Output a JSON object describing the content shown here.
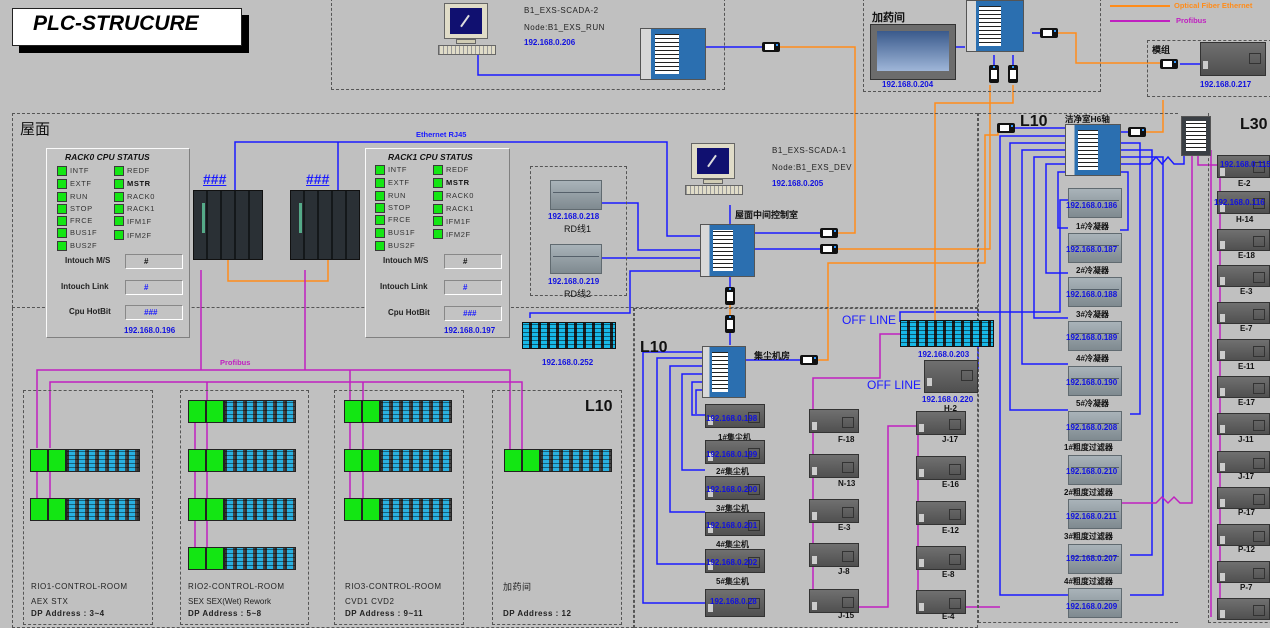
{
  "title": "PLC-STRUCURE",
  "legend": {
    "items": [
      {
        "label": "Optical Fiber Ethernet",
        "color": "#ff8c1a"
      },
      {
        "label": "Profibus",
        "color": "#c020c0"
      }
    ]
  },
  "colors": {
    "ethernet": "#1a1aff",
    "fiber": "#ff8c1a",
    "profibus": "#c020c0",
    "led_on": "#14e614",
    "background": "#c0c0c0"
  },
  "zones": {
    "roof": "屋面",
    "l10_top": "L10",
    "l30": "L30",
    "l10_dust": "L10",
    "l10_rio": "L10",
    "dosing_top": "加药间",
    "module_group": "模组"
  },
  "scada2": {
    "name": "B1_EXS-SCADA-2",
    "node": "Node:B1_EXS_RUN",
    "ip": "192.168.0.206"
  },
  "scada1": {
    "name": "B1_EXS-SCADA-1",
    "node": "Node:B1_EXS_DEV",
    "ip": "192.168.0.205"
  },
  "hmi": {
    "ip": "192.168.0.204"
  },
  "module_plc": {
    "ip": "192.168.0.217"
  },
  "ethernet_label": "Ethernet RJ45",
  "profibus_label": "Profibus",
  "rack0": {
    "title": "RACK0 CPU STATUS",
    "leds_left": [
      "INTF",
      "EXTF",
      "RUN",
      "STOP",
      "FRCE",
      "BUS1F",
      "BUS2F"
    ],
    "leds_right": [
      "REDF",
      "MSTR",
      "RACK0",
      "RACK1",
      "IFM1F",
      "IFM2F"
    ],
    "fields": [
      {
        "label": "Intouch M/S",
        "value": "#"
      },
      {
        "label": "Intouch Link",
        "value": "#"
      },
      {
        "label": "Cpu HotBit",
        "value": "###"
      }
    ],
    "ip": "192.168.0.196",
    "cpu_value": "###"
  },
  "rack1": {
    "title": "RACK1 CPU STATUS",
    "leds_left": [
      "INTF",
      "EXTF",
      "RUN",
      "STOP",
      "FRCE",
      "BUS1F",
      "BUS2F"
    ],
    "leds_right": [
      "REDF",
      "MSTR",
      "RACK0",
      "RACK1",
      "IFM1F",
      "IFM2F"
    ],
    "fields": [
      {
        "label": "Intouch M/S",
        "value": "#"
      },
      {
        "label": "Intouch Link",
        "value": "#"
      },
      {
        "label": "Cpu HotBit",
        "value": "###"
      }
    ],
    "ip": "192.168.0.197",
    "cpu_value": "###"
  },
  "rd": [
    {
      "ip": "192.168.0.218",
      "name": "RD线1"
    },
    {
      "ip": "192.168.0.219",
      "name": "RD线2"
    }
  ],
  "rack252": {
    "ip": "192.168.0.252"
  },
  "roof_switch": {
    "name": "屋面中间控制室"
  },
  "dust_switch": {
    "name": "集尘机房"
  },
  "clean_switch": {
    "name": "洁净室H6轴"
  },
  "dust_plcs": [
    {
      "ip": "192.168.0.198",
      "name": "1#集尘机"
    },
    {
      "ip": "192.168.0.199",
      "name": "2#集尘机"
    },
    {
      "ip": "192.168.0.200",
      "name": "3#集尘机"
    },
    {
      "ip": "192.168.0.201",
      "name": "4#集尘机"
    },
    {
      "ip": "192.168.0.202",
      "name": "5#集尘机"
    },
    {
      "ip": "192.168.0.28",
      "name": ""
    }
  ],
  "offline": [
    {
      "status": "OFF LINE",
      "ip": "192.168.0.203",
      "name": ""
    },
    {
      "status": "OFF LINE",
      "ip": "192.168.0.220",
      "name": "H-2"
    }
  ],
  "chain_a": [
    "F-18",
    "N-13",
    "E-3",
    "J-8",
    "J-15"
  ],
  "chain_b": [
    "J-17",
    "E-16",
    "E-12",
    "E-8",
    "E-4"
  ],
  "clean_plcs": [
    {
      "ip": "192.168.0.186",
      "name": "1#冷凝器"
    },
    {
      "ip": "192.168.0.187",
      "name": "2#冷凝器"
    },
    {
      "ip": "192.168.0.188",
      "name": "3#冷凝器"
    },
    {
      "ip": "192.168.0.189",
      "name": "4#冷凝器"
    },
    {
      "ip": "192.168.0.190",
      "name": "5#冷凝器"
    },
    {
      "ip": "192.168.0.208",
      "name": "1#粗度过滤器"
    },
    {
      "ip": "192.168.0.210",
      "name": "2#粗度过滤器"
    },
    {
      "ip": "192.168.0.211",
      "name": "3#粗度过滤器"
    },
    {
      "ip": "192.168.0.207",
      "name": "4#粗度过滤器"
    },
    {
      "ip": "192.168.0.209",
      "name": ""
    }
  ],
  "l30_plcs": [
    {
      "ip": "192.168.0.115",
      "name": "E-2"
    },
    {
      "ip": "192.168.0.116",
      "name": "H-14"
    },
    {
      "ip": "",
      "name": "E-18"
    },
    {
      "ip": "",
      "name": "E-3"
    },
    {
      "ip": "",
      "name": "E-7"
    },
    {
      "ip": "",
      "name": "E-11"
    },
    {
      "ip": "",
      "name": "E-17"
    },
    {
      "ip": "",
      "name": "J-11"
    },
    {
      "ip": "",
      "name": "J-17"
    },
    {
      "ip": "",
      "name": "P-17"
    },
    {
      "ip": "",
      "name": "P-12"
    },
    {
      "ip": "",
      "name": "P-7"
    }
  ],
  "rio_groups": [
    {
      "line1": "RIO1-CONTROL-ROOM",
      "line2": "AEX  STX",
      "line3": "DP Address : 3~4"
    },
    {
      "line1": "RIO2-CONTROL-ROOM",
      "line2": "SEX SEX(Wet) Rework",
      "line3": "DP Address : 5~8"
    },
    {
      "line1": "RIO3-CONTROL-ROOM",
      "line2": "CVD1  CVD2",
      "line3": "DP Address : 9~11"
    },
    {
      "line1": "加药间",
      "line2": "",
      "line3": "DP Address : 12"
    }
  ]
}
